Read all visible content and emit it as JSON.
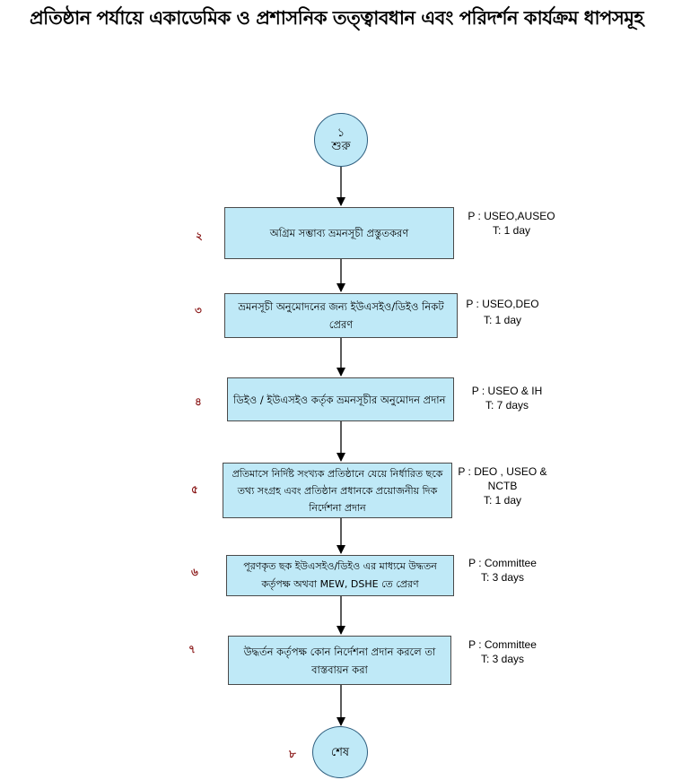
{
  "title": "প্রতিষ্ঠান পর্যায়ে একাডেমিক ও প্রশাসনিক তত্ত্বাবধান এবং পরিদর্শন কার্যক্রম ধাপসমূহ",
  "start": {
    "number": "১",
    "label": "শুরু"
  },
  "end": {
    "label": "শেষ"
  },
  "steps": [
    {
      "number": "২",
      "text": "অগ্রিম সম্ভাব্য ভ্রমনসূচী প্রস্তুতকরণ",
      "person": "P : USEO,AUSEO",
      "time": "T: 1 day"
    },
    {
      "number": "৩",
      "text": "ভ্রমনসূচী অনুমোদনের জন্য ইউএসইও/ডিইও নিকট প্রেরণ",
      "person": "P : USEO,DEO",
      "time": "T: 1 day"
    },
    {
      "number": "৪",
      "text": "ডিইও / ইউএসইও কর্তৃক ভ্রমনসূচীর অনুমোদন প্রদান",
      "person": "P : USEO & IH",
      "time": "T: 7 days"
    },
    {
      "number": "৫",
      "text": "প্রতিমাসে নির্দিষ্ট সংখ্যক প্রতিষ্ঠানে যেয়ে নির্ধারিত ছকে তথ্য সংগ্রহ এবং প্রতিষ্ঠান প্রধানকে প্রয়োজনীয় দিক নির্দেশনা প্রদান",
      "person": "P : DEO , USEO & NCTB",
      "time": "T: 1 day"
    },
    {
      "number": "৬",
      "text": "পূরণকৃত ছক ইউএসইও/ডিইও এর মাধ্যমে উদ্ধতন কর্তৃপক্ষ অথবা MEW, DSHE তে প্রেরণ",
      "person": "P : Committee",
      "time": "T: 3 days"
    },
    {
      "number": "৭",
      "text": "উদ্ধর্তন কর্তৃপক্ষ কোন নির্দেশনা প্রদান করলে তা বাস্তবায়ন করা",
      "person": "P : Committee",
      "time": "T: 3 days"
    }
  ],
  "end_number": "৮"
}
